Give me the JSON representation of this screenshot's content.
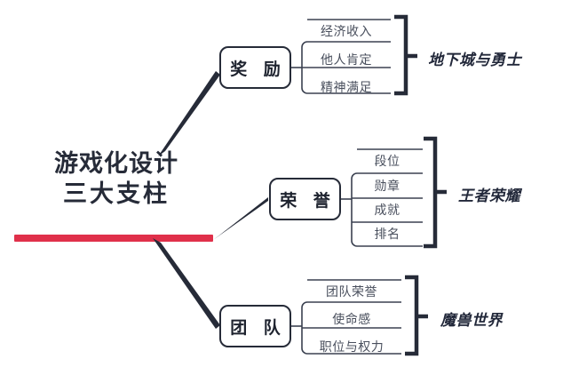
{
  "diagram": {
    "type": "mind-map",
    "background": "#ffffff",
    "accent_color": "#e0304a",
    "line_color": "#262b38",
    "sub_text_color": "#494f5d",
    "center": {
      "line1": "游戏化设计",
      "line2": "三大支柱",
      "underline_color": "#e0304a"
    },
    "branches": [
      {
        "id": "reward",
        "label": "奖 励",
        "items": [
          "经济收入",
          "他人肯定",
          "精神满足"
        ],
        "game": "地下城与勇士"
      },
      {
        "id": "honor",
        "label": "荣 誉",
        "items": [
          "段位",
          "勋章",
          "成就",
          "排名"
        ],
        "game": "王者荣耀"
      },
      {
        "id": "team",
        "label": "团 队",
        "items": [
          "团队荣誉",
          "使命感",
          "职位与权力"
        ],
        "game": "魔兽世界"
      }
    ]
  }
}
